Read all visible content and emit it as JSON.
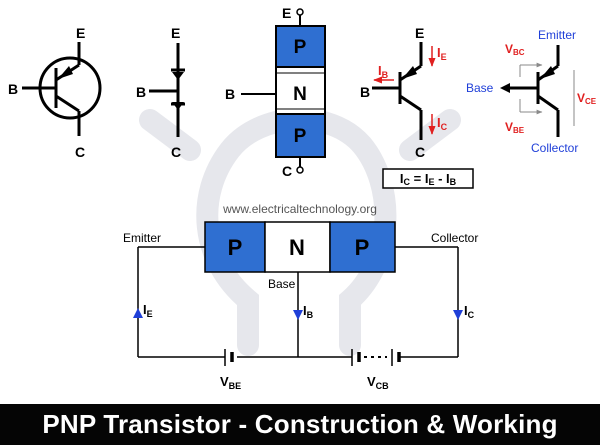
{
  "colors": {
    "blue_fill": "#2f6fd1",
    "blue_text": "#1f3fd8",
    "red_text": "#e02020",
    "line": "#000000",
    "watermark": "#e6e7ec",
    "footer_bg": "#050505"
  },
  "symbols": {
    "circle_symbol": {
      "e": "E",
      "b": "B",
      "c": "C"
    },
    "diode_model": {
      "e": "E",
      "b": "B",
      "c": "C"
    },
    "layer_stack": {
      "e": "E",
      "b": "B",
      "c": "C",
      "top": "P",
      "middle": "N",
      "bottom": "P"
    },
    "current_symbol": {
      "e": "E",
      "b": "B",
      "c": "C",
      "ie_main": "I",
      "ie_sub": "E",
      "ib_main": "I",
      "ib_sub": "B",
      "ic_main": "I",
      "ic_sub": "C"
    },
    "voltage_symbol": {
      "emitter": "Emitter",
      "base": "Base",
      "collector": "Collector",
      "vbc_main": "V",
      "vbc_sub": "BC",
      "vbe_main": "V",
      "vbe_sub": "BE",
      "vce_main": "V",
      "vce_sub": "CE"
    }
  },
  "equation": {
    "l1": "I",
    "s1": "C",
    "op1": " = ",
    "l2": "I",
    "s2": "E",
    "op2": " - ",
    "l3": "I",
    "s3": "B"
  },
  "watermark_text": "www.electricaltechnology.org",
  "circuit": {
    "layers": [
      "P",
      "N",
      "P"
    ],
    "emitter_label": "Emitter",
    "collector_label": "Collector",
    "base_label": "Base",
    "ie_main": "I",
    "ie_sub": "E",
    "ib_main": "I",
    "ib_sub": "B",
    "ic_main": "I",
    "ic_sub": "C",
    "vbe_main": "V",
    "vbe_sub": "BE",
    "vcb_main": "V",
    "vcb_sub": "CB"
  },
  "footer": {
    "title": "PNP Transistor - Construction & Working"
  }
}
